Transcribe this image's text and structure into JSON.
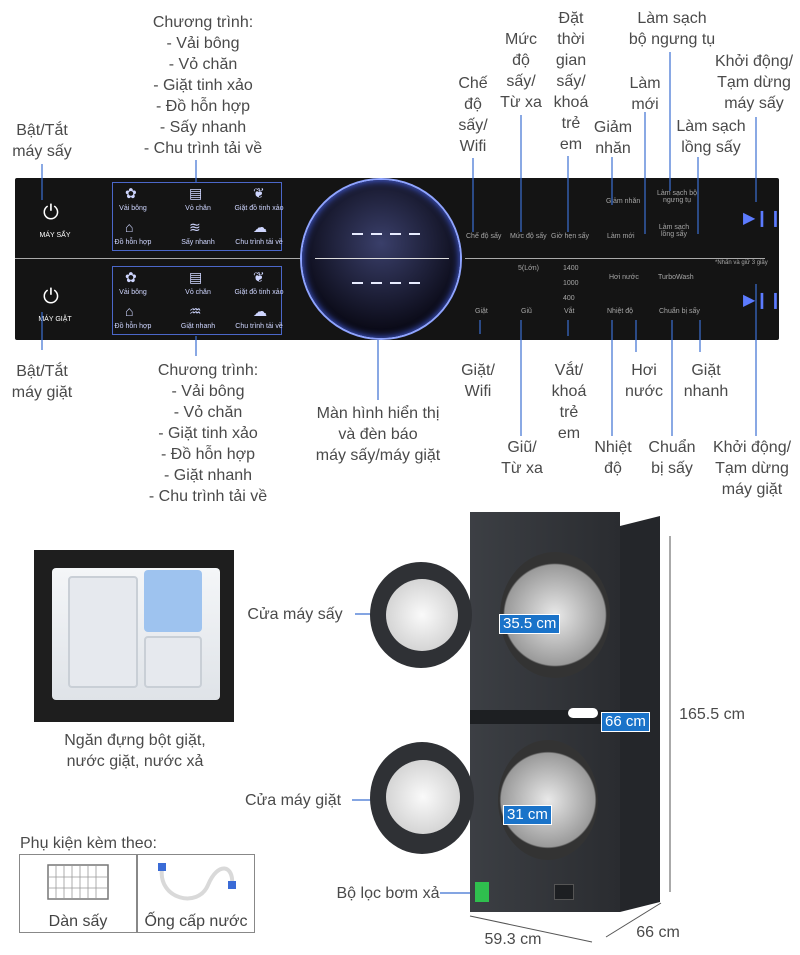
{
  "top_labels": {
    "dryer_power": "Bật/Tắt\nmáy sấy",
    "dryer_programs": "Chương trình:\n- Vải bông\n- Vỏ chăn\n- Giặt tinh xảo\n- Đồ hỗn hợp\n- Sấy nhanh\n- Chu trình tải về",
    "dry_mode_wifi": "Chế\nđộ\nsấy/\nWifi",
    "dry_level_remote": "Mức\nđộ\nsấy/\nTừ xa",
    "set_time_lock": "Đặt\nthời\ngian\nsấy/\nkhoá\ntrẻ\nem",
    "anti_crease": "Giảm\nnhăn",
    "refresh": "Làm\nmới",
    "clean_condenser": "Làm sạch\nbộ ngưng tụ",
    "clean_drum": "Làm sạch\nlồng sấy",
    "dryer_start_pause": "Khởi động/\nTạm dừng\nmáy sấy"
  },
  "bottom_labels": {
    "washer_power": "Bật/Tắt\nmáy giặt",
    "washer_programs": "Chương trình:\n- Vải bông\n- Vỏ chăn\n- Giặt tinh xảo\n- Đồ hỗn hợp\n- Giặt nhanh\n- Chu trình tải về",
    "display": "Màn hình hiển thị\nvà đèn báo\nmáy sấy/máy giặt",
    "wash_wifi": "Giặt/\nWifi",
    "rinse_remote": "Giũ/\nTừ xa",
    "spin_lock": "Vắt/\nkhoá\ntrẻ\nem",
    "temperature": "Nhiệt\nđộ",
    "steam": "Hơi\nnước",
    "prep_dry": "Chuẩn\nbị sấy",
    "quick_wash": "Giặt\nnhanh",
    "washer_start_pause": "Khởi động/\nTạm dừng\nmáy giặt"
  },
  "panel": {
    "dryer_label": "MÁY SẤY",
    "washer_label": "MÁY GIẶT",
    "dryer_programs": [
      "Vải bông",
      "Vỏ chăn",
      "Giặt đồ tinh xảo",
      "Đồ hỗn hợp",
      "Sấy nhanh",
      "Chu trình tải về"
    ],
    "washer_programs": [
      "Vải bông",
      "Vỏ chăn",
      "Giặt đồ tinh xảo",
      "Đồ hỗn hợp",
      "Giặt nhanh",
      "Chu trình tải về"
    ],
    "dryer_btn_mode": "Chế độ sấy",
    "dryer_btn_level": "Mức độ sấy",
    "dryer_btn_time": "Giờ hẹn sấy",
    "dryer_btn_anticrease": "Giảm nhăn",
    "dryer_btn_refresh": "Làm mới",
    "dryer_btn_clean_condenser": "Làm sạch bộ ngưng tụ",
    "dryer_btn_clean_drum": "Làm sạch lồng sấy",
    "washer_btn_wash": "Giặt",
    "washer_btn_rinse": "Giũ",
    "washer_btn_spin": "Vắt",
    "washer_btn_temp": "Nhiệt độ",
    "washer_btn_steam": "Hơi nước",
    "washer_btn_prep": "Chuẩn bị sấy",
    "washer_btn_turbo": "TurboWash",
    "spin_values": [
      "1400",
      "1000",
      "400"
    ],
    "rinse_value": "5(Lớn)",
    "hold_note": "*Nhấn và giữ 3 giây"
  },
  "lower": {
    "dryer_door": "Cửa máy sấy",
    "washer_door": "Cửa máy giặt",
    "detergent": "Ngăn đựng bột giặt,\nnước giặt, nước xả",
    "pump_filter": "Bộ lọc bơm xả",
    "accessories_title": "Phụ kiện kèm theo:",
    "accessory_1": "Dàn sấy",
    "accessory_2": "Ống cấp nước",
    "dim_dryer_door": "35.5 cm",
    "dim_washer_door": "31 cm",
    "dim_depth_mid": "66 cm",
    "dim_height": "165.5 cm",
    "dim_width": "59.3 cm",
    "dim_depth": "66 cm"
  },
  "colors": {
    "accent_blue": "#1a73c9",
    "panel": "#141414",
    "panel_outline": "#4b67c9"
  }
}
